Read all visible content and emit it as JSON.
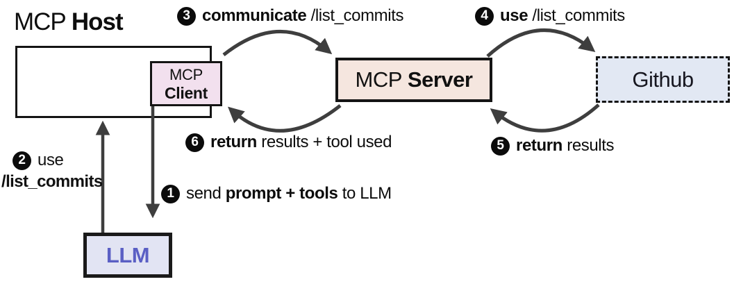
{
  "colors": {
    "arrow": "#3e3e3e",
    "host_bg": "#ffffff",
    "client_bg": "#f2e0ee",
    "server_bg": "#f5e6df",
    "github_bg": "#e2e8f3",
    "llm_bg": "#e2e4f3",
    "llm_text": "#5a5fc4"
  },
  "host": {
    "title_light": "MCP",
    "title_bold": "Host"
  },
  "client": {
    "line1": "MCP",
    "line2": "Client"
  },
  "server": {
    "light": "MCP",
    "bold": "Server"
  },
  "github": {
    "label": "Github"
  },
  "llm": {
    "label": "LLM"
  },
  "steps": {
    "s1": {
      "number": "1",
      "pre": "send ",
      "strong": "prompt + tools",
      "rest": " to LLM"
    },
    "s2": {
      "number": "2",
      "pre": "use",
      "strong": "/list_commits",
      "rest": ""
    },
    "s3": {
      "number": "3",
      "pre": "",
      "strong": "communicate",
      "rest": " /list_commits"
    },
    "s4": {
      "number": "4",
      "pre": "",
      "strong": "use",
      "rest": " /list_commits"
    },
    "s5": {
      "number": "5",
      "pre": "",
      "strong": "return",
      "rest": " results"
    },
    "s6": {
      "number": "6",
      "pre": "",
      "strong": "return",
      "rest": " results + tool used"
    }
  }
}
